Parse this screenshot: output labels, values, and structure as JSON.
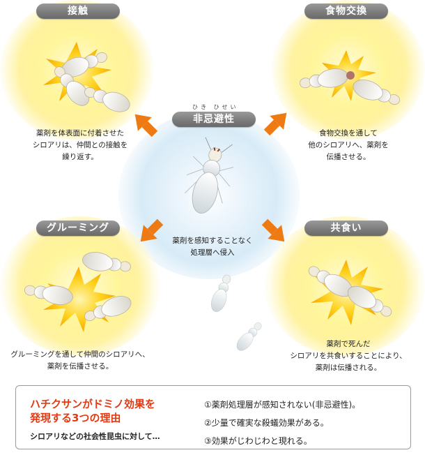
{
  "sections": {
    "contact": {
      "label": "接触",
      "caption": [
        "薬剤を体表面に付着させた",
        "シロアリは、仲間との接触を",
        "繰り返す。"
      ]
    },
    "food_exchange": {
      "label": "食物交換",
      "caption": [
        "食物交換を通して",
        "他のシロアリへ、薬剤を",
        "伝播させる。"
      ]
    },
    "non_repellent": {
      "label": "非忌避性",
      "ruby": "ひき ひせい",
      "caption": [
        "薬剤を感知することなく",
        "処理層へ侵入"
      ]
    },
    "grooming": {
      "label": "グルーミング",
      "caption": [
        "グルーミングを通して仲間のシロアリへ、",
        "薬剤を伝播させる。"
      ]
    },
    "cannibalism": {
      "label": "共食い",
      "caption": [
        "薬剤で死んだ",
        "シロアリを共食いすることにより、",
        "薬剤は伝播される。"
      ]
    }
  },
  "reasons": {
    "title": [
      "ハチクサンがドミノ効果を",
      "発現する3つの理由"
    ],
    "subtitle": "シロアリなどの社会性昆虫に対して…",
    "items": [
      "①薬剤処理層が感知されない(非忌避性)。",
      "②少量で確実な殺蟻効果がある。",
      "③効果がじわじわと現れる。"
    ]
  },
  "colors": {
    "accent": "#e33a12",
    "arrow": "#ee7a14",
    "pill": "#8a8a8a",
    "glow_yellow": "#fff59a",
    "glow_blue": "#d7ebf7"
  }
}
